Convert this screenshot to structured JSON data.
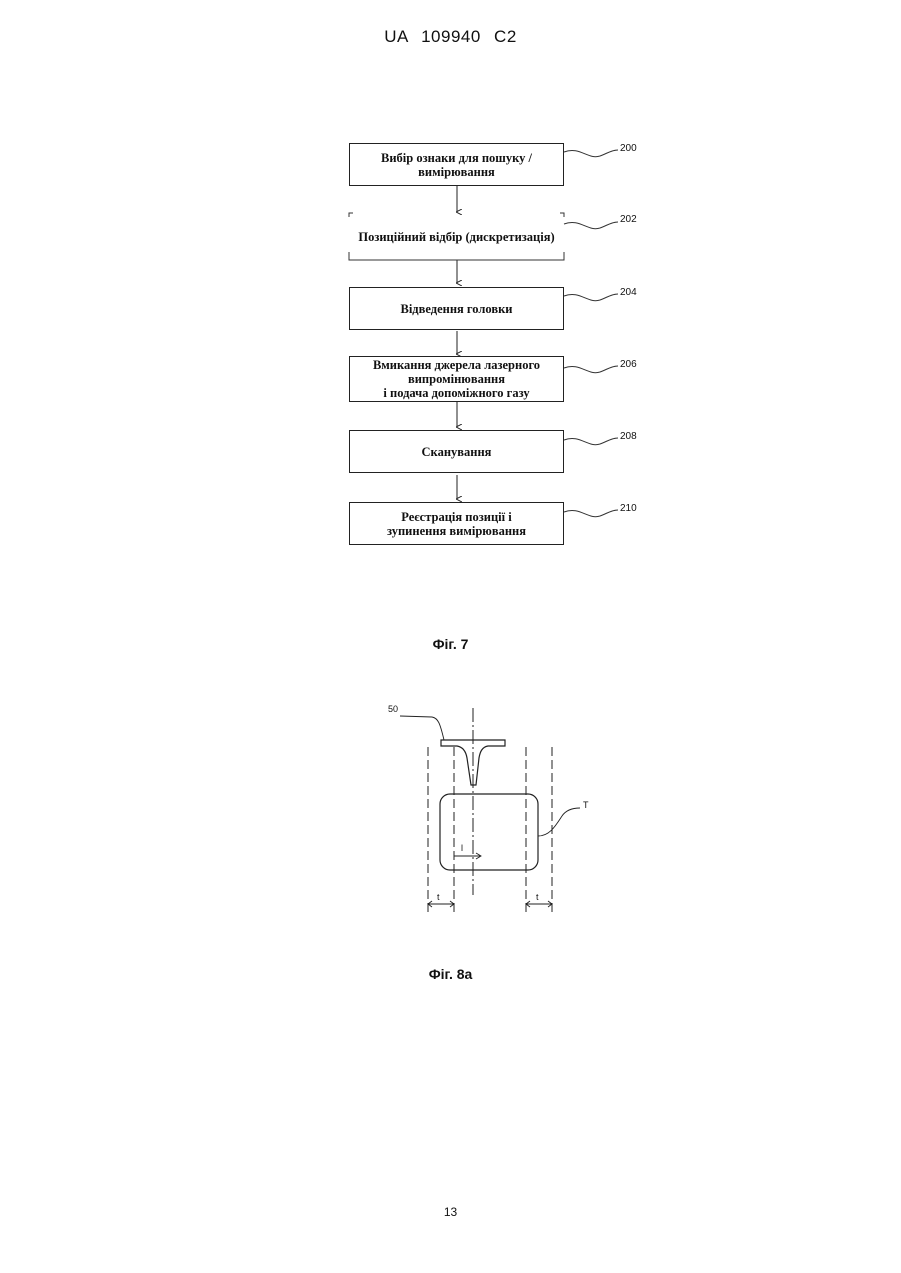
{
  "header": {
    "doc_number": "UA   109940   C2"
  },
  "fig7": {
    "steps": [
      {
        "text": "Вибір ознаки для пошуку /\nвимірювання",
        "ref": "200"
      },
      {
        "text": "Позиційний відбір (дискретизація)",
        "ref": "202"
      },
      {
        "text": "Відведення головки",
        "ref": "204"
      },
      {
        "text": "Вмикання джерела лазерного\nвипромінювання\nі подача допоміжного газу",
        "ref": "206"
      },
      {
        "text": "Сканування",
        "ref": "208"
      },
      {
        "text": "Реєстрація позиції і\nзупинення вимірювання",
        "ref": "210"
      }
    ],
    "caption": "Фіг. 7"
  },
  "fig8a": {
    "labels": {
      "head": "50",
      "target": "T",
      "offset": "l",
      "margin_left": "t",
      "margin_right": "t"
    },
    "caption": "Фіг. 8а"
  },
  "footer": {
    "page_number": "13"
  }
}
